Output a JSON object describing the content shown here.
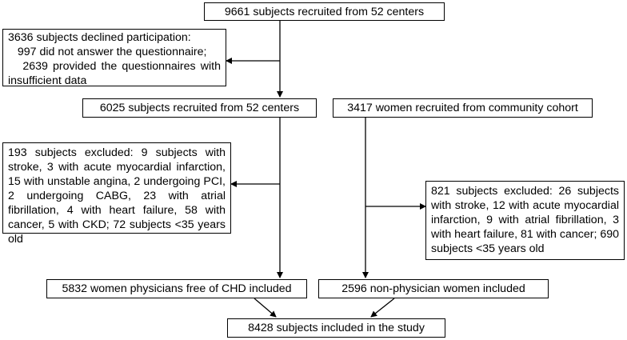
{
  "boxes": {
    "recruited_all": "9661 subjects recruited from 52 centers",
    "declined": "3636 subjects declined participation:\n   997 did not answer the questionnaire;\n   2639 provided the questionnaires with insufficient data",
    "recruited_52": "6025 subjects recruited from 52 centers",
    "community": "3417 women recruited from community cohort",
    "excluded_physicians": "193 subjects excluded: 9 subjects with stroke, 3 with acute myocardial infarction, 15 with unstable angina, 2 undergoing PCI, 2 undergoing CABG, 23 with atrial fibrillation, 4 with heart failure, 58 with cancer, 5 with CKD; 72 subjects <35 years old",
    "excluded_community": "821 subjects excluded: 26 subjects with stroke, 12 with acute myocardial infarction, 9 with atrial fibrillation, 3 with heart failure, 81 with cancer; 690 subjects <35 years old",
    "physicians_included": "5832 women physicians free of CHD included",
    "nonphysicians_included": "2596 non-physician women included",
    "final": "8428 subjects included in the study"
  }
}
